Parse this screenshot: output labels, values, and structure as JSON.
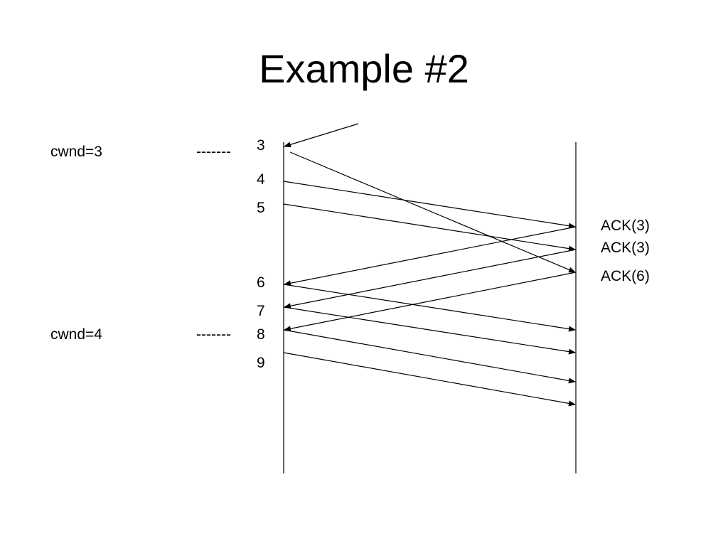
{
  "title": "Example #2",
  "window_labels": [
    {
      "text": "cwnd=3",
      "marker": "-------"
    },
    {
      "text": "cwnd=4",
      "marker": "-------"
    }
  ],
  "packet_numbers": [
    "3",
    "4",
    "5",
    "6",
    "7",
    "8",
    "9"
  ],
  "ack_labels": [
    "ACK(3)",
    "ACK(3)",
    "ACK(6)"
  ],
  "colors": {
    "line": "#000000",
    "background": "#ffffff"
  }
}
